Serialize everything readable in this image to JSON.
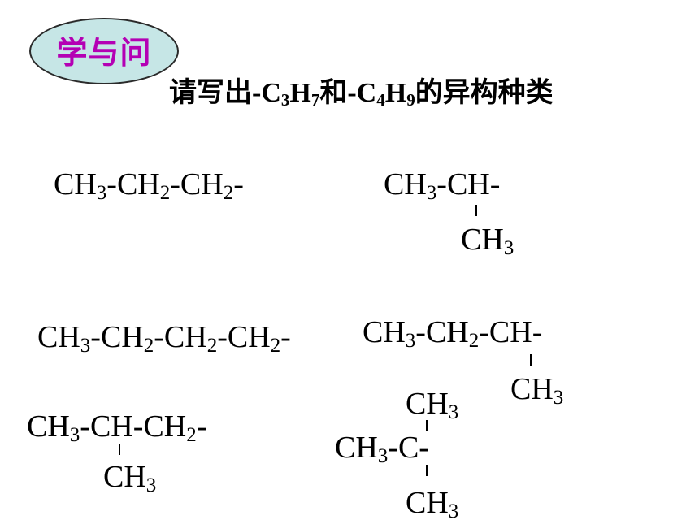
{
  "badge": {
    "label": "学与问"
  },
  "question": {
    "pre": "请写出",
    "r1_a": "-C",
    "r1_n1": "3",
    "r1_b": "H",
    "r1_n2": "7",
    "mid": "和",
    "r2_a": "-C",
    "r2_n1": "4",
    "r2_b": "H",
    "r2_n2": "9",
    "post": "的异构种类"
  },
  "propyl": {
    "n_propyl": {
      "t1": "CH",
      "s1": "3",
      "t2": "-CH",
      "s2": "2",
      "t3": "-CH",
      "s3": "2",
      "t4": "-"
    },
    "isopropyl": {
      "t1": "CH",
      "s1": "3",
      "t2": "-CH-",
      "branch_t": "CH",
      "branch_s": "3"
    }
  },
  "butyl": {
    "n_butyl": {
      "t1": "CH",
      "s1": "3",
      "t2": "-CH",
      "s2": "2",
      "t3": "-CH",
      "s3": "2",
      "t4": "-CH",
      "s4": "2",
      "t5": "-"
    },
    "sec_butyl": {
      "t1": "CH",
      "s1": "3",
      "t2": "-CH",
      "s2": "2",
      "t3": "-CH-",
      "branch_t": "CH",
      "branch_s": "3"
    },
    "isobutyl": {
      "t1": "CH",
      "s1": "3",
      "t2": "-CH-CH",
      "s2": "2",
      "t3": "-",
      "branch_t": "CH",
      "branch_s": "3"
    },
    "tert_butyl": {
      "top_t": "CH",
      "top_s": "3",
      "t1": "CH",
      "s1": "3",
      "t2": "-C-",
      "bottom_t": "CH",
      "bottom_s": "3"
    }
  }
}
